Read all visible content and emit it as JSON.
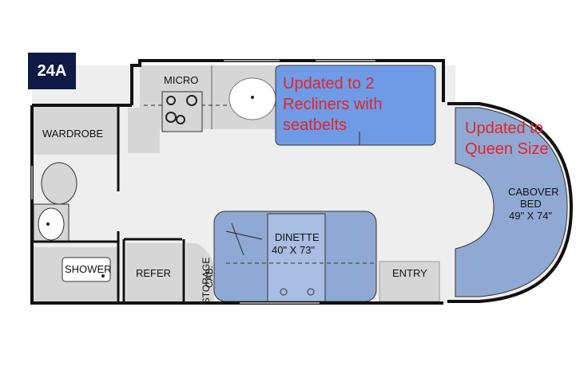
{
  "model_badge": "24A",
  "labels": {
    "micro": "MICRO",
    "wardrobe": "WARDROBE",
    "shower": "SHOWER",
    "refer": "REFER",
    "storage": "STORAGE",
    "storage_cab": "CAB.",
    "dinette": "DINETTE",
    "dinette_size": "40\" X 73\"",
    "entry": "ENTRY",
    "cabover": "CABOVER",
    "cabover_bed": "BED",
    "cabover_size": "49\" X 74\""
  },
  "annotations": {
    "recliners": [
      "Updated to 2",
      "Recliners with",
      "seatbelts"
    ],
    "queen": [
      "Updated to",
      "Queen Size"
    ]
  },
  "colors": {
    "wall": "#111111",
    "floor": "#eeeeee",
    "cabinet": "#d6d6d6",
    "bed_fill": "#8fa9d4",
    "recliner_fill": "#6f9be6",
    "annotation": "#e0262a",
    "badge": "#0f1b46"
  }
}
